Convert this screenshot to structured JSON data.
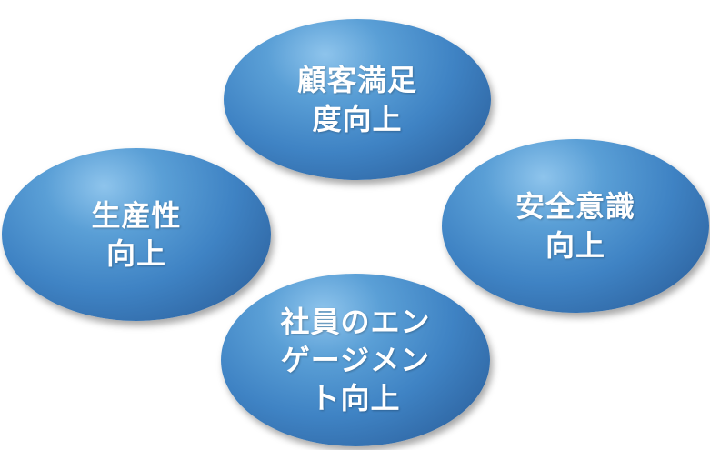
{
  "nodes": {
    "top": {
      "lines": [
        "顧客満足",
        "度向上"
      ]
    },
    "left": {
      "lines": [
        "生産性",
        "向上"
      ]
    },
    "right": {
      "lines": [
        "安全意識",
        "向上"
      ]
    },
    "bottom": {
      "lines": [
        "社員のエン",
        "ゲージメン",
        "ト向上"
      ]
    }
  },
  "colors": {
    "ellipse_light": "#8ec4ec",
    "ellipse_mid": "#3f83c4",
    "ellipse_dark": "#2b5b93",
    "text": "#ffffff",
    "background": "#ffffff"
  }
}
